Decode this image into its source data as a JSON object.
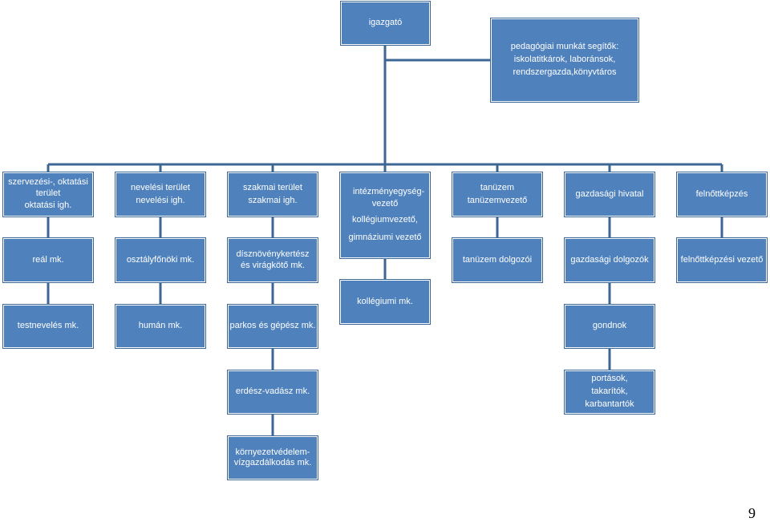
{
  "director": "igazgató",
  "staff": [
    "pedagógiai munkát segítők:",
    "iskolatitkárok, laboránsok,",
    "rendszergazda,könyvtáros"
  ],
  "org": {
    "col1": {
      "head": [
        "szervezési-, oktatási",
        "terület",
        "oktatási igh."
      ],
      "items": [
        "reál mk.",
        "testnevelés mk."
      ]
    },
    "col2": {
      "head": [
        "nevelési terület",
        "nevelési igh."
      ],
      "items": [
        "osztályfőnöki mk.",
        "humán mk."
      ]
    },
    "col3": {
      "head": [
        "szakmai terület",
        "szakmai igh."
      ],
      "items": [
        "dísznövénykertész és virágkötő mk.",
        "parkos és gépész mk.",
        "erdész-vadász mk.",
        "környezetvédelem-vízgazdálkodás mk."
      ]
    },
    "col4": {
      "head": [
        "intézményegység-vezető",
        "kollégiumvezető,",
        "gimnáziumi vezető"
      ],
      "items": [
        "kollégiumi mk."
      ]
    },
    "col5": {
      "head": [
        "tanüzem",
        "tanüzemvezető"
      ],
      "items": [
        "tanüzem dolgozói"
      ]
    },
    "col6": {
      "head": [
        "gazdasági hivatal"
      ],
      "items": [
        "gazdasági dolgozók",
        "gondnok",
        "portások,",
        "takarítók,",
        "karbantartók"
      ]
    },
    "col7": {
      "head": [
        "felnőttképzés"
      ],
      "items": [
        "felnőttképzési  vezető"
      ]
    }
  },
  "page_number": "9",
  "colors": {
    "box_fill": "#4f81bd",
    "box_border": "#3c6795",
    "connector": "#3c6795",
    "text": "#ffffff"
  }
}
